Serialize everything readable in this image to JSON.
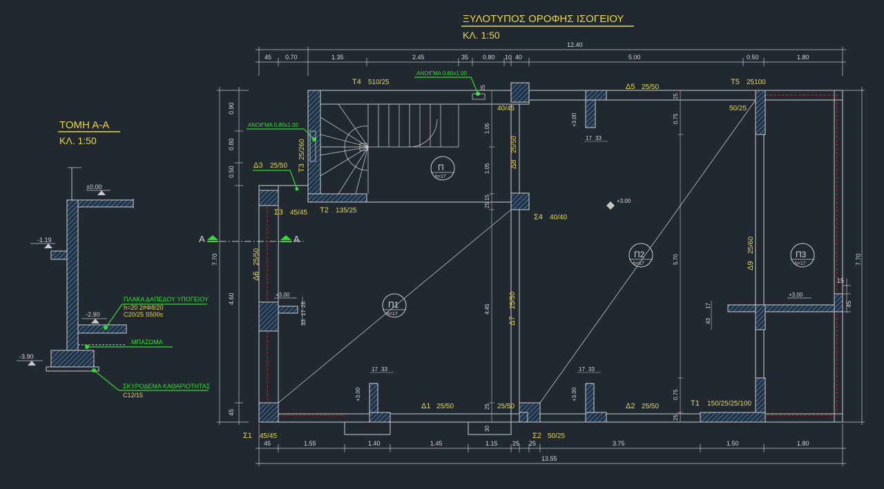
{
  "colors": {
    "background": "#212830",
    "lines": "#d0d0d0",
    "hatch": "#4a86c8",
    "title": "#e8d84a",
    "labels": "#e8d84a",
    "callouts": "#2ee02e",
    "section_mark": "#2ee02e",
    "dashed_red": "#d42020"
  },
  "titles": {
    "plan_title": "ΞΥΛΟΤΥΠΟΣ ΟΡΟΦΗΣ ΙΣΟΓΕΙΟΥ",
    "plan_scale": "ΚΛ. 1:50",
    "section_title": "ΤΟΜΗ Α-Α",
    "section_scale": "ΚΛ. 1:50"
  },
  "section": {
    "levels": [
      "±0.00",
      "-1.19",
      "-2.90",
      "-3.90"
    ],
    "slab_label": "ΠΛΑΚΑ ΔΑΠΕΔΟΥ ΥΠΟΓΕΙΟΥ",
    "slab_spec_1": "h=20   2#Φ8/20",
    "slab_spec_2": "C20/25  S500s",
    "fill_label": "ΜΠΑΖΩΜΑ",
    "lean_label": "ΣΚΥΡΟΔΕΜΑ ΚΑΘΑΡΙΟΤΗΤΑΣ",
    "lean_spec": "C12/15"
  },
  "section_cut": {
    "label_left": "Α",
    "label_right": "Α"
  },
  "top_dims": {
    "total": "12.40",
    "chain": [
      "45",
      "0.70",
      "1.35",
      "2.45",
      "35",
      "0.80",
      "10",
      "40",
      "5.00",
      "0.50",
      "1.80"
    ]
  },
  "bottom_dims": {
    "total": "13.55",
    "chain": [
      "45",
      "1.55",
      "1.40",
      "1.45",
      "1.15",
      "25",
      "25",
      "3.75",
      "1.50",
      "1.80"
    ]
  },
  "left_dims": {
    "total": "7.70",
    "chain": [
      "0.90",
      "0.80",
      "0.50",
      "4.60",
      "45"
    ]
  },
  "right_dims": {
    "total": "7.70",
    "chain": [
      "15",
      "45"
    ]
  },
  "beams": {
    "T1": {
      "name": "Τ1",
      "size": "150/25/25/100"
    },
    "T2": {
      "name": "Τ2",
      "size": "135/25"
    },
    "T3": {
      "name": "Τ3",
      "size": "25/260"
    },
    "T4": {
      "name": "Τ4",
      "size": "510/25"
    },
    "T5": {
      "name": "Τ5",
      "size": "25100"
    },
    "D1": {
      "name": "Δ1",
      "size": "25/50"
    },
    "D2": {
      "name": "Δ2",
      "size": "25/50"
    },
    "D3": {
      "name": "Δ3",
      "size": "25/50"
    },
    "D5": {
      "name": "Δ5",
      "size": "25/50"
    },
    "D6": {
      "name": "Δ6",
      "size": "25/50"
    },
    "D7": {
      "name": "Δ7",
      "size": "25/50"
    },
    "D8": {
      "name": "Δ8",
      "size": "25/50"
    },
    "D9": {
      "name": "Δ9",
      "size": "25/60"
    }
  },
  "columns": {
    "S1": {
      "name": "Σ1",
      "size": "45/45"
    },
    "S2": {
      "name": "Σ2",
      "size": "50/25"
    },
    "S3": {
      "name": "Σ3",
      "size": "45/45"
    },
    "S4": {
      "name": "Σ4",
      "size": "40/40"
    },
    "col_40_45": "40/45",
    "col_50_25": "50/25",
    "col_25_50": "25/50"
  },
  "openings": {
    "top": "ΑΝΟΙΓΜΑ  0.80x1.00",
    "left": "ΑΝΟΙΓΜΑ  0.80x1.00"
  },
  "slabs": {
    "P": {
      "name": "Π",
      "h": "h=17"
    },
    "P1": {
      "name": "Π1",
      "h": "h=17"
    },
    "P2": {
      "name": "Π2",
      "h": "h=17"
    },
    "P3": {
      "name": "Π3",
      "h": "h=17"
    }
  },
  "internal_dims": {
    "stair_v": [
      "1.05",
      "1.05",
      "15",
      "25"
    ],
    "d8_v": [
      "25",
      "0.75",
      "5.70",
      "0.75",
      "25"
    ],
    "small": [
      "17",
      "33",
      "+3.00",
      "33",
      "17",
      "28",
      "43",
      "17",
      "4.45",
      "30",
      "25",
      "25"
    ]
  },
  "levels_plan": [
    "+3.00"
  ]
}
